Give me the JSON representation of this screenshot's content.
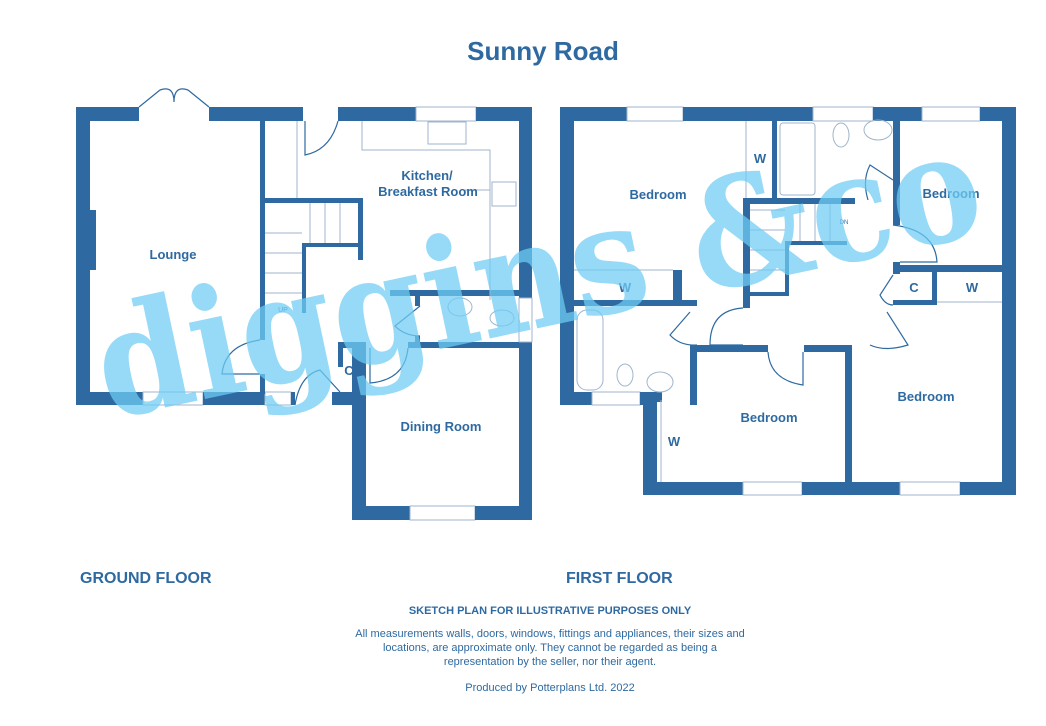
{
  "title": "Sunny Road",
  "colors": {
    "walls": "#2e6aa1",
    "watermark": "#6fcdf5",
    "text": "#2e6aa1"
  },
  "watermark": "diggins &co",
  "ground_floor": {
    "label": "GROUND FLOOR",
    "rooms": {
      "lounge": "Lounge",
      "kitchen_line1": "Kitchen/",
      "kitchen_line2": "Breakfast Room",
      "dining": "Dining Room",
      "cupboard": "C",
      "stairs": "UP"
    }
  },
  "first_floor": {
    "label": "FIRST FLOOR",
    "rooms": {
      "bedroom_tl": "Bedroom",
      "bedroom_tr": "Bedroom",
      "bedroom_bm": "Bedroom",
      "bedroom_br": "Bedroom",
      "w1": "W",
      "w2": "W",
      "w3": "W",
      "w4": "W",
      "cupboard": "C",
      "stairs": "DN"
    }
  },
  "disclaimer": {
    "heading": "SKETCH PLAN FOR ILLUSTRATIVE PURPOSES ONLY",
    "body": "All measurements walls, doors, windows, fittings and appliances, their sizes and locations, are approximate only. They cannot be regarded as being a representation by the seller, nor their agent.",
    "credit": "Produced by Potterplans Ltd. 2022"
  }
}
